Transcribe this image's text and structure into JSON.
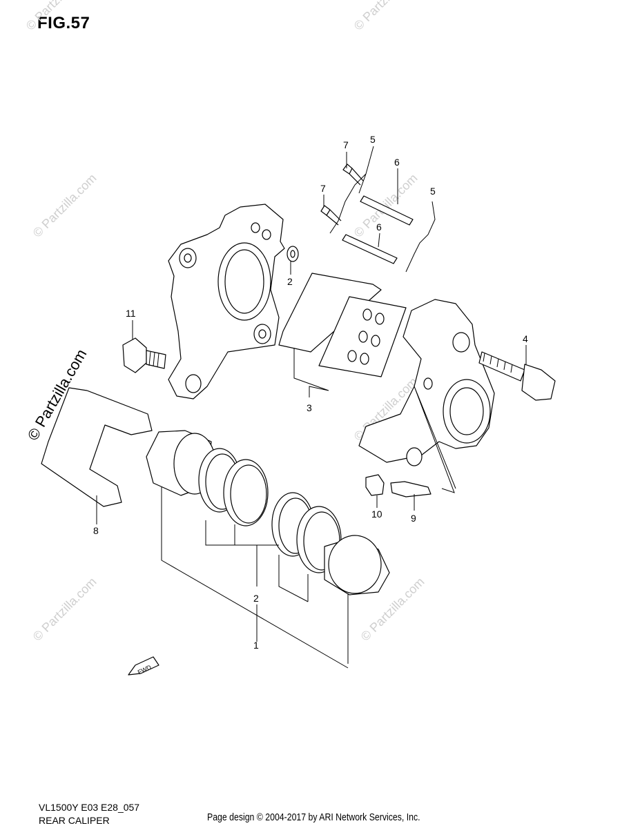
{
  "figure": {
    "title": "FIG.57"
  },
  "watermark": {
    "text": "© Partzilla.com",
    "main_text": "© Partzilla.com",
    "color": "#cfcfcf"
  },
  "callouts": [
    "7",
    "5",
    "7",
    "6",
    "5",
    "6",
    "2",
    "11",
    "4",
    "3",
    "8",
    "10",
    "9",
    "2",
    "1"
  ],
  "fwd_arrow": {
    "label": "FWD"
  },
  "footer": {
    "model_code": "VL1500Y E03 E28_057",
    "section_name": "REAR CALIPER",
    "credit": "Page design © 2004-2017 by ARI Network Services, Inc."
  }
}
